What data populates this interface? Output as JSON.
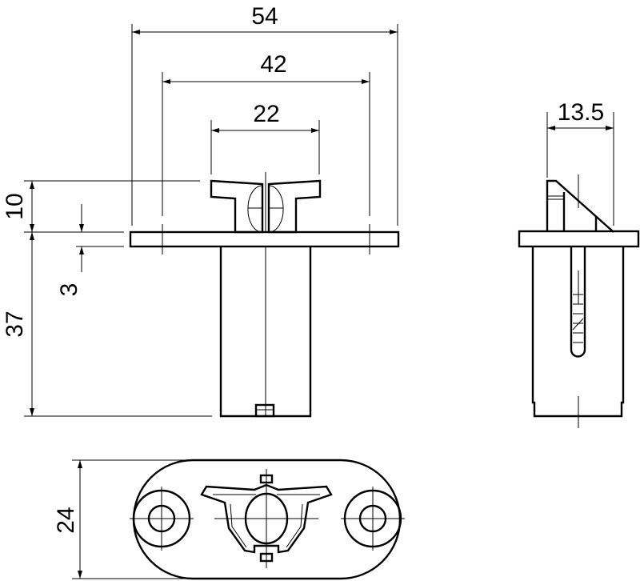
{
  "drawing": {
    "line_color": "#000000",
    "background": "#ffffff",
    "dimensions": {
      "overall_width": "54",
      "hole_spacing": "42",
      "clip_width": "22",
      "side_depth": "13.5",
      "clip_height": "10",
      "flange_thickness": "3",
      "body_height": "37",
      "flange_depth": "24"
    },
    "views": [
      "front",
      "side",
      "bottom"
    ]
  }
}
